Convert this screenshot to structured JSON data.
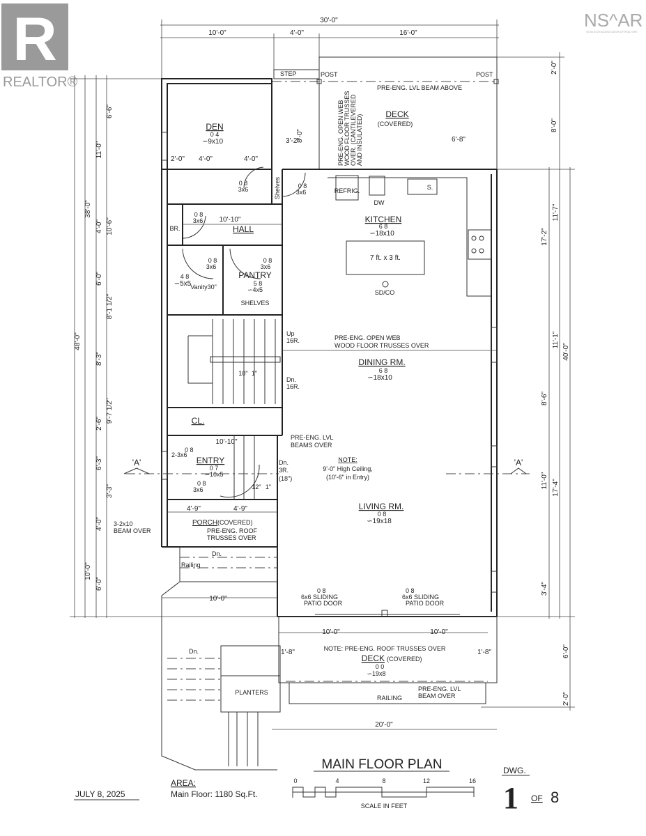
{
  "logos": {
    "realtor": "REALTOR®",
    "realtor_mark": "R",
    "nsar": "NS^AR",
    "nsar_sub": "NOVA SCOTIA ASSOCIATION OF REALTORS"
  },
  "dimensions": {
    "top": [
      "30'-0\"",
      "10'-0\"",
      "4'-0\"",
      "16'-0\""
    ],
    "left": [
      "48'-0\"",
      "38'-0\"",
      "10'-0\"",
      "11'-0\"",
      "4'-0\"",
      "6'-0\"",
      "8'-3\"",
      "2'-6\"",
      "6'-3\"",
      "4'-0\"",
      "6'-0\"",
      "6'-6\"",
      "10'-6\"",
      "8'-1 1/2\"",
      "9'-7 1/2\"",
      "3'-3\""
    ],
    "right": [
      "2'-0\"",
      "8'-0\"",
      "17'-2\"",
      "8'-6\"",
      "11'-0\"",
      "3'-4\"",
      "11'-7\"",
      "11'-1\"",
      "17'-4\"",
      "40'-0\"",
      "6'-0\"",
      "2'-0\""
    ],
    "interior": [
      "8'-0\"",
      "3'-2\"",
      "6'-8\"",
      "2'-0\"",
      "4'-0\"",
      "4'-0\"",
      "10'-10\"",
      "10'-10\"",
      "4'-9\"",
      "4'-9\"",
      "10'-0\"",
      "10'-0\"",
      "10'-0\"",
      "1'-8\"",
      "1'-8\"",
      "20'-0\"",
      "10\"",
      "1\"",
      "12\"",
      "1\""
    ]
  },
  "rooms": {
    "den": {
      "name": "DEN",
      "ceiling": "0 4",
      "size": "∽9x10"
    },
    "deck_top": {
      "name": "DECK",
      "sub": "(COVERED)"
    },
    "kitchen": {
      "name": "KITCHEN",
      "ceiling": "6 8",
      "size": "∽18x10",
      "island": "7 ft. x 3 ft.",
      "sdco": "SD/CO",
      "refrig": "REFRIG.",
      "dw": "DW",
      "sink": "S."
    },
    "hall": {
      "name": "HALL"
    },
    "br": {
      "name": "BR."
    },
    "bath": {
      "ceiling": "4 8",
      "size": "∽5x5",
      "vanity": "Vanity30\""
    },
    "pantry": {
      "name": "PANTRY",
      "ceiling": "5 8",
      "size": "∽4x5",
      "shelves": "SHELVES"
    },
    "shelves_small": "Shelves",
    "dining": {
      "name": "DINING RM.",
      "ceiling": "6 8",
      "size": "∽18x10"
    },
    "closet": {
      "name": "CL."
    },
    "entry": {
      "name": "ENTRY",
      "ceiling": "0 7",
      "size": "∽10x5"
    },
    "living": {
      "name": "LIVING RM.",
      "ceiling": "0 8",
      "size": "∽19x18"
    },
    "porch": {
      "name": "PORCH",
      "sub": "(COVERED)",
      "note1": "PRE-ENG. ROOF",
      "note2": "TRUSSES OVER"
    },
    "deck_bottom": {
      "name": "DECK",
      "sub": "(COVERED)",
      "ceiling": "0 0",
      "size": "∽19x8"
    },
    "planters": "PLANTERS"
  },
  "doors": [
    {
      "h": "0 8",
      "size": "3x6"
    },
    {
      "h": "0 8",
      "size": "3x6"
    },
    {
      "h": "0 8",
      "size": "3x6"
    },
    {
      "h": "0 8",
      "size": "3x6"
    },
    {
      "h": "0 8",
      "size": "3x6"
    },
    {
      "h": "0 8",
      "size": "2-3x6"
    },
    {
      "h": "0 8",
      "size": "3x6"
    },
    {
      "h": "0 8",
      "size": "6x6 SLIDING",
      "sub": "PATIO DOOR"
    },
    {
      "h": "0 8",
      "size": "6x6 SLIDING",
      "sub": "PATIO DOOR"
    }
  ],
  "notes": {
    "step": "STEP",
    "post1": "POST",
    "post2": "POST",
    "lvl_beam_above": "PRE-ENG. LVL BEAM ABOVE",
    "cantilever": [
      "PRE-ENG. OPEN WEB",
      "WOOD FLOOR TRUSSES",
      "OVER. (CANTILEVERED",
      "AND INSULATED)"
    ],
    "stairs_up": [
      "Up",
      "16R."
    ],
    "stairs_dn": [
      "Dn.",
      "16R."
    ],
    "floor_trusses": [
      "PRE-ENG. OPEN WEB",
      "WOOD FLOOR TRUSSES OVER"
    ],
    "lvl_beams_over": [
      "PRE-ENG. LVL",
      "BEAMS OVER"
    ],
    "entry_dn": [
      "Dn.",
      "3R.",
      "(18\")"
    ],
    "ceiling_note": [
      "NOTE:",
      "9'-0\" High Ceiling,",
      "(10'-6\" in Entry)"
    ],
    "section_a_left": "'A'",
    "section_a_right": "'A'",
    "beam_over": [
      "3-2x10",
      "BEAM OVER"
    ],
    "porch_dn": "Dn.",
    "railing": "Railing",
    "deck_roof_note": "NOTE: PRE-ENG. ROOF TRUSSES OVER",
    "deck_dn": "Dn.",
    "deck_railing": "RAILING",
    "deck_lvl": [
      "PRE-ENG. LVL",
      "BEAM OVER"
    ]
  },
  "title_block": {
    "title": "MAIN FLOOR PLAN",
    "date": "JULY 8, 2025",
    "area_label": "AREA:",
    "area_value": "Main Floor: 1180 Sq.Ft.",
    "scale_ticks": [
      "0",
      "4",
      "8",
      "12",
      "16"
    ],
    "scale_label": "SCALE IN FEET",
    "dwg_label": "DWG.",
    "dwg_number": "1",
    "dwg_of": "OF",
    "dwg_total": "8"
  }
}
